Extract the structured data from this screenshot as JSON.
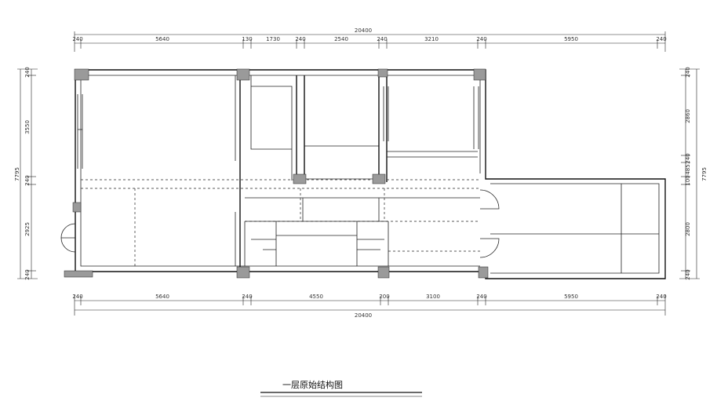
{
  "title": "一层原始结构图",
  "dimensions": {
    "top_total": "20400",
    "top_segments": [
      "240",
      "5640",
      "130",
      "1730",
      "240",
      "2540",
      "240",
      "3210",
      "240",
      "5950",
      "240"
    ],
    "bottom_total": "20400",
    "bottom_segments": [
      "240",
      "5640",
      "240",
      "4550",
      "200",
      "3100",
      "240",
      "5950",
      "240"
    ],
    "left_total": "7795",
    "left_segments": [
      "240",
      "3550",
      "240",
      "2925",
      "240"
    ],
    "right_total": "7795",
    "right_segments": [
      "240",
      "2860",
      "240",
      "485",
      "100",
      "2800",
      "240"
    ]
  }
}
